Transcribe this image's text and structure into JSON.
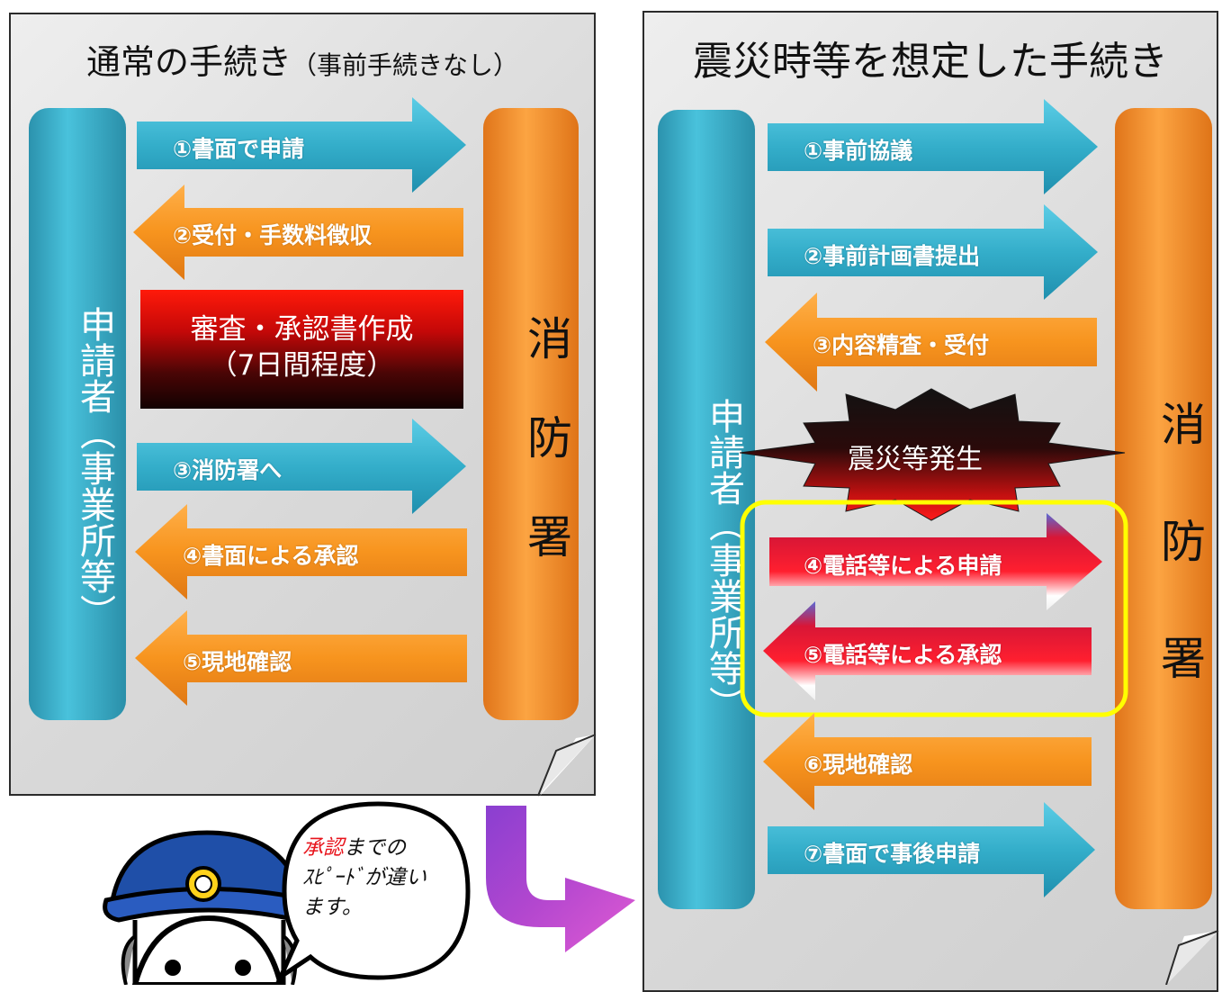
{
  "left_panel": {
    "title_main": "通常の手続き",
    "title_sub": "（事前手続きなし）",
    "applicant_label": "申請者（事業所等）",
    "fire_station_label": "消防署",
    "steps": [
      {
        "label": "①書面で申請",
        "direction": "right",
        "color": "#38b3cf"
      },
      {
        "label": "②受付・手数料徴収",
        "direction": "left",
        "color": "#f7941e"
      },
      {
        "label": "③消防署へ",
        "direction": "right",
        "color": "#38b3cf"
      },
      {
        "label": "④書面による承認",
        "direction": "left",
        "color": "#f7941e"
      },
      {
        "label": "⑤現地確認",
        "direction": "left",
        "color": "#f7941e"
      }
    ],
    "review_box": {
      "line1": "審査・承認書作成",
      "line2": "（7日間程度）"
    }
  },
  "right_panel": {
    "title": "震災時等を想定した手続き",
    "applicant_label": "申請者（事業所等）",
    "fire_station_label": "消防署",
    "steps": [
      {
        "label": "①事前協議",
        "direction": "right",
        "color": "#38b3cf"
      },
      {
        "label": "②事前計画書提出",
        "direction": "right",
        "color": "#38b3cf"
      },
      {
        "label": "③内容精査・受付",
        "direction": "left",
        "color": "#f7941e"
      },
      {
        "label": "④電話等による申請",
        "direction": "right",
        "color": "#e8142a"
      },
      {
        "label": "⑤電話等による承認",
        "direction": "left",
        "color": "#e8142a"
      },
      {
        "label": "⑥現地確認",
        "direction": "left",
        "color": "#f7941e"
      },
      {
        "label": "⑦書面で事後申請",
        "direction": "right",
        "color": "#38b3cf"
      }
    ],
    "disaster_label": "震災等発生",
    "highlight_color": "#ffff00"
  },
  "speech_bubble": {
    "highlight": "承認",
    "line1_rest": "までの",
    "line2": "ｽﾋﾟｰﾄﾞが違い",
    "line3": "ます。",
    "highlight_color": "#e8141c"
  },
  "icons": {
    "transition_arrow": "curved-down-right-arrow-icon",
    "character": "firefighter-character-icon"
  }
}
